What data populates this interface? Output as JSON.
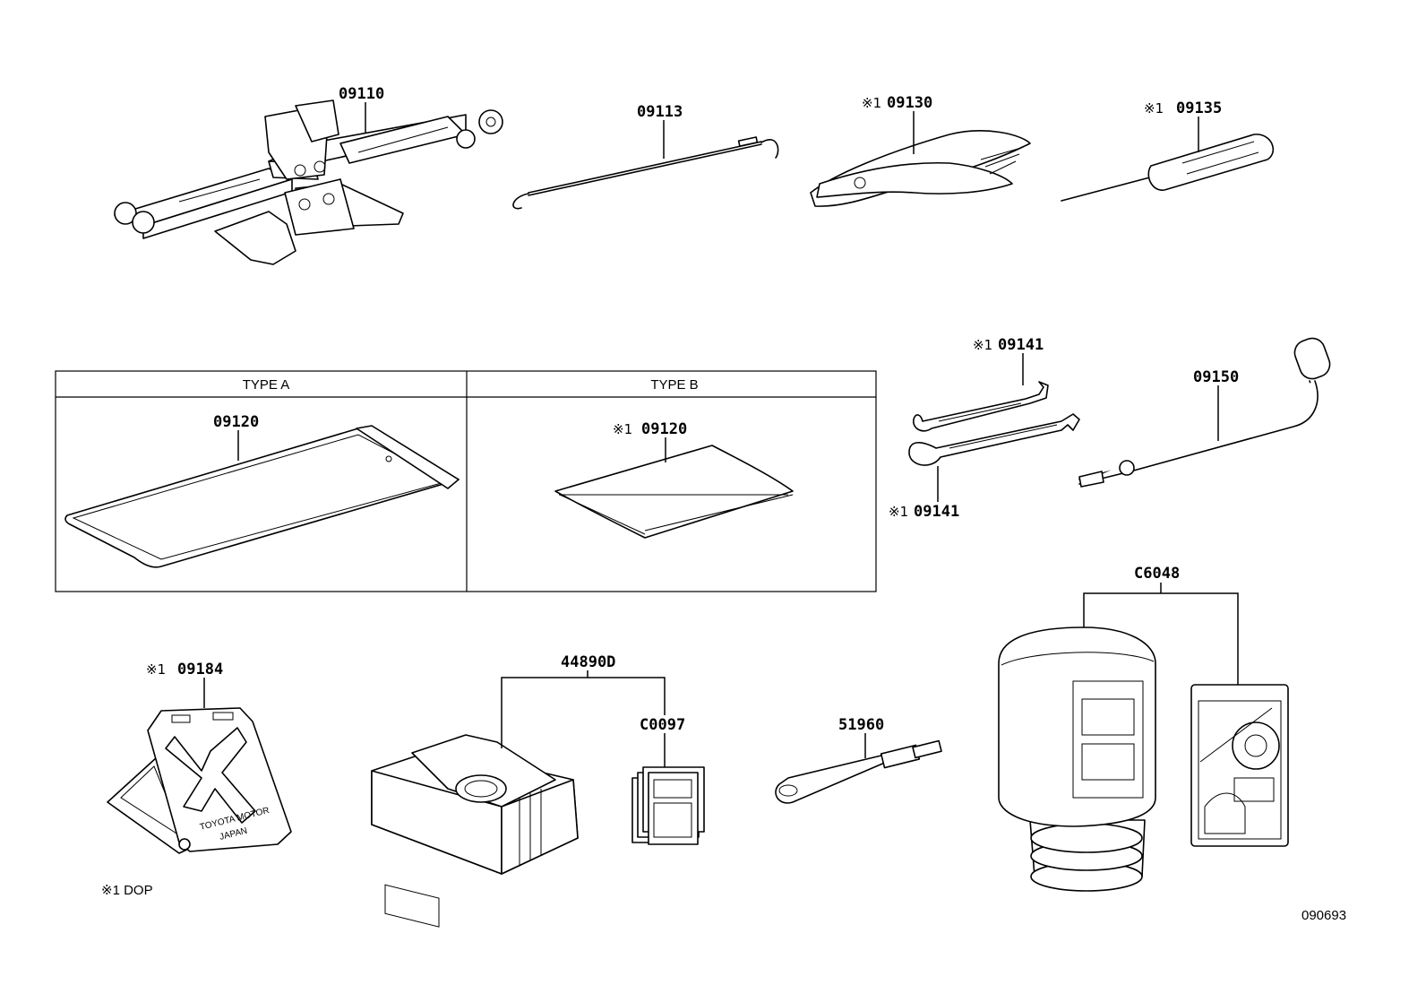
{
  "parts": {
    "jack": "09110",
    "jack_handle": "09113",
    "pliers": "09130",
    "screwdriver": "09135",
    "tool_bag_a": "09120",
    "tool_bag_b": "09120",
    "wrench_upper": "09141",
    "wrench_lower": "09141",
    "hub_nut_wrench": "09150",
    "warning_plate": "09184",
    "repair_kit": "44890D",
    "repair_kit_sub": "C0097",
    "tow_hook": "51960",
    "sealant_set": "C6048"
  },
  "marks": {
    "pliers": "※1",
    "screwdriver": "※1",
    "tool_bag_b": "※1",
    "wrench_upper": "※1",
    "wrench_lower": "※1",
    "warning_plate": "※1"
  },
  "table": {
    "type_a": "TYPE A",
    "type_b": "TYPE B"
  },
  "plate_text": {
    "line1": "TOYOTA MOTOR",
    "line2": "JAPAN"
  },
  "footnote": "※1 DOP",
  "diagram_code": "090693"
}
